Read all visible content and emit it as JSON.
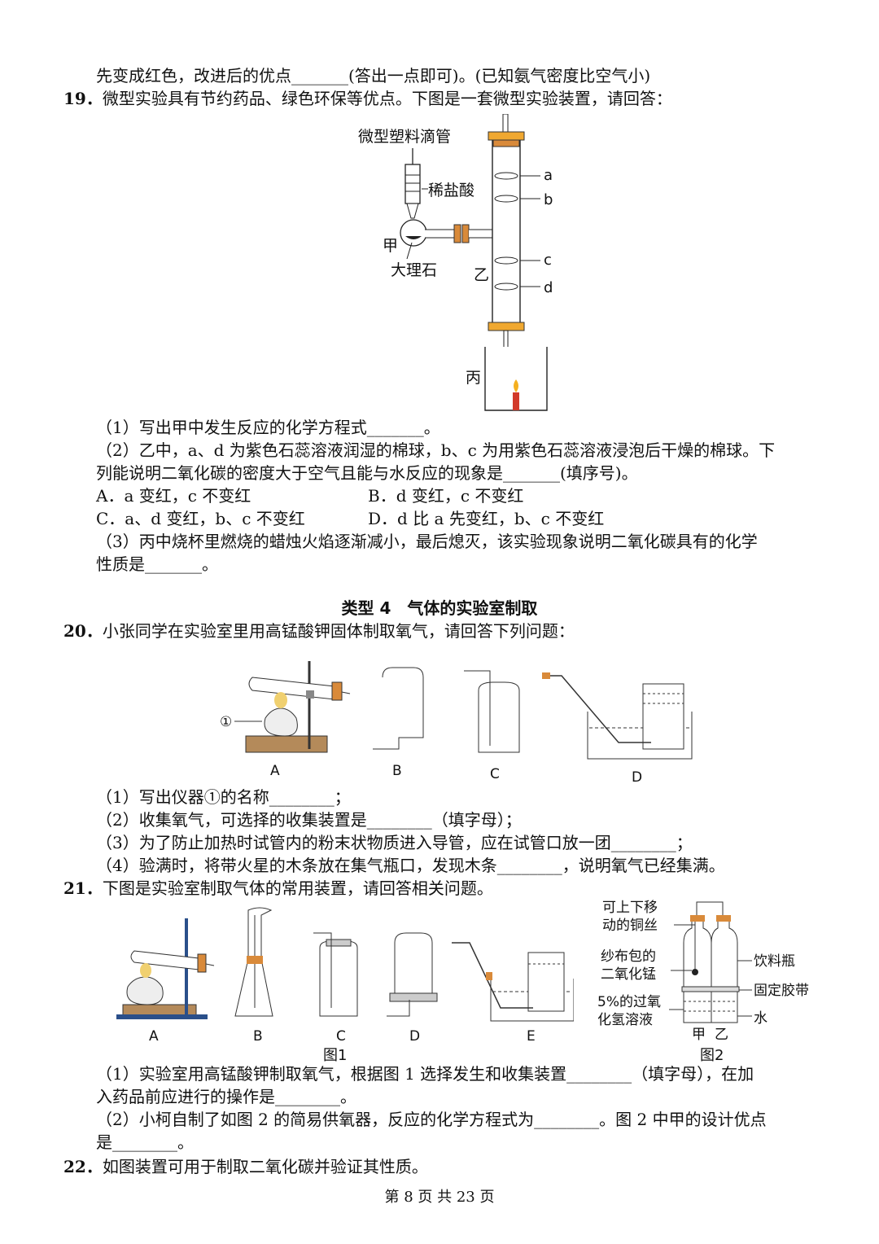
{
  "top_line": "先变成红色，改进后的优点_______(答出一点即可)。(已知氨气密度比空气小)",
  "q19": {
    "num": "19．",
    "stem": "微型实验具有节约药品、绿色环保等优点。下图是一套微型实验装置，请回答：",
    "fig_labels": {
      "dropper": "微型塑料滴管",
      "acid": "稀盐酸",
      "jia": "甲",
      "marble": "大理石",
      "yi": "乙",
      "bing": "丙",
      "a": "a",
      "b": "b",
      "c": "c",
      "d": "d"
    },
    "p1": "（1）写出甲中发生反应的化学方程式_______。",
    "p2a": "（2）乙中，a、d 为紫色石蕊溶液润湿的棉球，b、c 为用紫色石蕊溶液浸泡后干燥的棉球。下",
    "p2b": "列能说明二氧化碳的密度大于空气且能与水反应的现象是_______(填序号)。",
    "optA": "A．a 变红，c 不变红",
    "optB": "B．d 变红，c 不变红",
    "optC": "C．a、d 变红，b、c 不变红",
    "optD": "D．d 比 a 先变红，b、c 不变红",
    "p3a": "（3）丙中烧杯里燃烧的蜡烛火焰逐渐减小，最后熄灭，该实验现象说明二氧化碳具有的化学",
    "p3b": "性质是_______。"
  },
  "section": "类型 4　气体的实验室制取",
  "q20": {
    "num": "20．",
    "stem": "小张同学在实验室里用高锰酸钾固体制取氧气，请回答下列问题：",
    "fig_labels": {
      "circ1": "①",
      "A": "A",
      "B": "B",
      "C": "C",
      "D": "D"
    },
    "p1": "（1）写出仪器①的名称________；",
    "p2": "（2）收集氧气，可选择的收集装置是________（填字母）；",
    "p3": "（3）为了防止加热时试管内的粉末状物质进入导管，应在试管口放一团________；",
    "p4": "（4）验满时，将带火星的木条放在集气瓶口，发现木条________，说明氧气已经集满。"
  },
  "q21": {
    "num": "21．",
    "stem": "下图是实验室制取气体的常用装置，请回答相关问题。",
    "fig1_labels": {
      "A": "A",
      "B": "B",
      "C": "C",
      "D": "D",
      "E": "E",
      "caption": "图1"
    },
    "fig2_labels": {
      "copper1": "可上下移",
      "copper2": "动的铜丝",
      "gauze1": "纱布包的",
      "gauze2": "二氧化锰",
      "bottle": "饮料瓶",
      "tape": "固定胶带",
      "h2o2a": "5%的过氧",
      "h2o2b": "化氢溶液",
      "water": "水",
      "jia": "甲",
      "yi": "乙",
      "caption": "图2"
    },
    "p1a": "（1）实验室用高锰酸钾制取氧气，根据图 1 选择发生和收集装置________（填字母），在加",
    "p1b": "入药品前应进行的操作是________。",
    "p2a": "（2）小柯自制了如图 2 的简易供氧器，反应的化学方程式为________。图 2 中甲的设计优点",
    "p2b": "是________。"
  },
  "q22": {
    "num": "22．",
    "stem": "如图装置可用于制取二氧化碳并验证其性质。"
  },
  "footer": "第 8 页 共 23 页"
}
